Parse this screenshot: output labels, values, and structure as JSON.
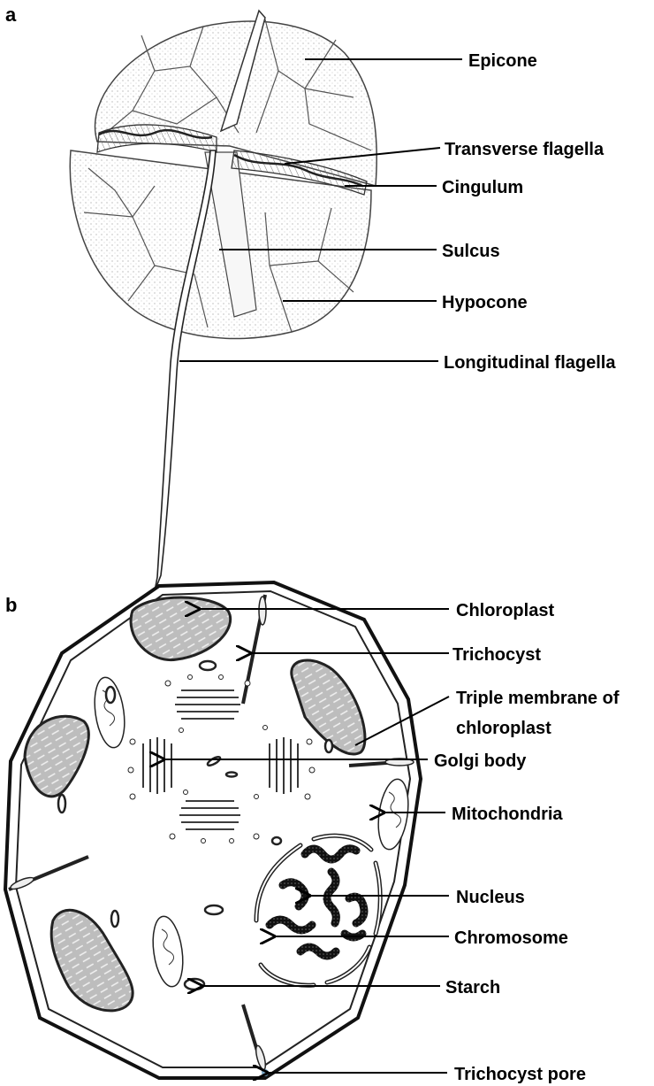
{
  "panels": {
    "a": "a",
    "b": "b"
  },
  "labels_a": {
    "epicone": "Epicone",
    "transverse_flagella": "Transverse flagella",
    "cingulum": "Cingulum",
    "sulcus": "Sulcus",
    "hypocone": "Hypocone",
    "longitudinal_flagella": "Longitudinal flagella"
  },
  "labels_b": {
    "chloroplast": "Chloroplast",
    "trichocyst": "Trichocyst",
    "triple_membrane_1": "Triple membrane of",
    "triple_membrane_2": "chloroplast",
    "golgi_body": "Golgi body",
    "mitochondria": "Mitochondria",
    "nucleus": "Nucleus",
    "chromosome": "Chromosome",
    "starch": "Starch",
    "trichocyst_pore": "Trichocyst pore"
  }
}
